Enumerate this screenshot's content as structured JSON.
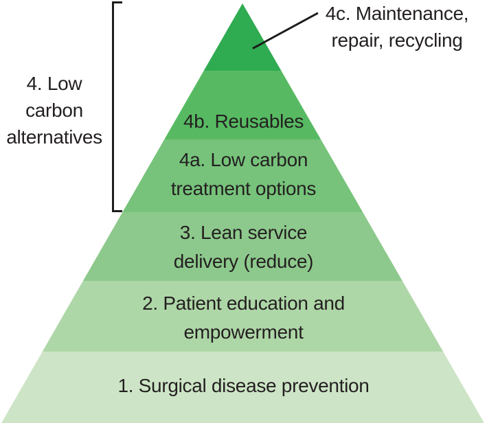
{
  "pyramid": {
    "levels": [
      {
        "id": "4c",
        "label": "4c. Maintenance, repair, recycling",
        "color": "#2fab51"
      },
      {
        "id": "4b",
        "label": "4b. Reusables",
        "color": "#57ba62"
      },
      {
        "id": "4a",
        "label": "4a. Low carbon treatment options",
        "color": "#77c37b"
      },
      {
        "id": "3",
        "label": "3. Lean service delivery (reduce)",
        "color": "#8dc98c"
      },
      {
        "id": "2",
        "label": "2. Patient education and empowerment",
        "color": "#aed7a7"
      },
      {
        "id": "1",
        "label": "1. Surgical disease prevention",
        "color": "#cde5c6"
      }
    ],
    "bracket_label": "4. Low carbon alternatives",
    "line_color": "#1d1d1b",
    "text_color": "#231f20"
  }
}
